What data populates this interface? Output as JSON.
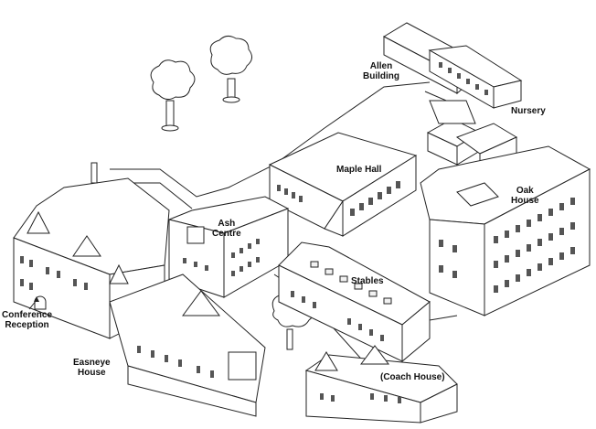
{
  "map": {
    "labels": {
      "allen_building": [
        "Allen",
        "Building"
      ],
      "nursery": "Nursery",
      "maple_hall": "Maple Hall",
      "oak_house": [
        "Oak",
        "House"
      ],
      "ash_centre": [
        "Ash",
        "Centre"
      ],
      "stables": "Stables",
      "conference_reception": [
        "Conference",
        "Reception"
      ],
      "easneye_house": [
        "Easneye",
        "House"
      ],
      "coach_house": "(Coach House)"
    }
  },
  "colors": {
    "line": "#222222",
    "background": "#ffffff"
  }
}
